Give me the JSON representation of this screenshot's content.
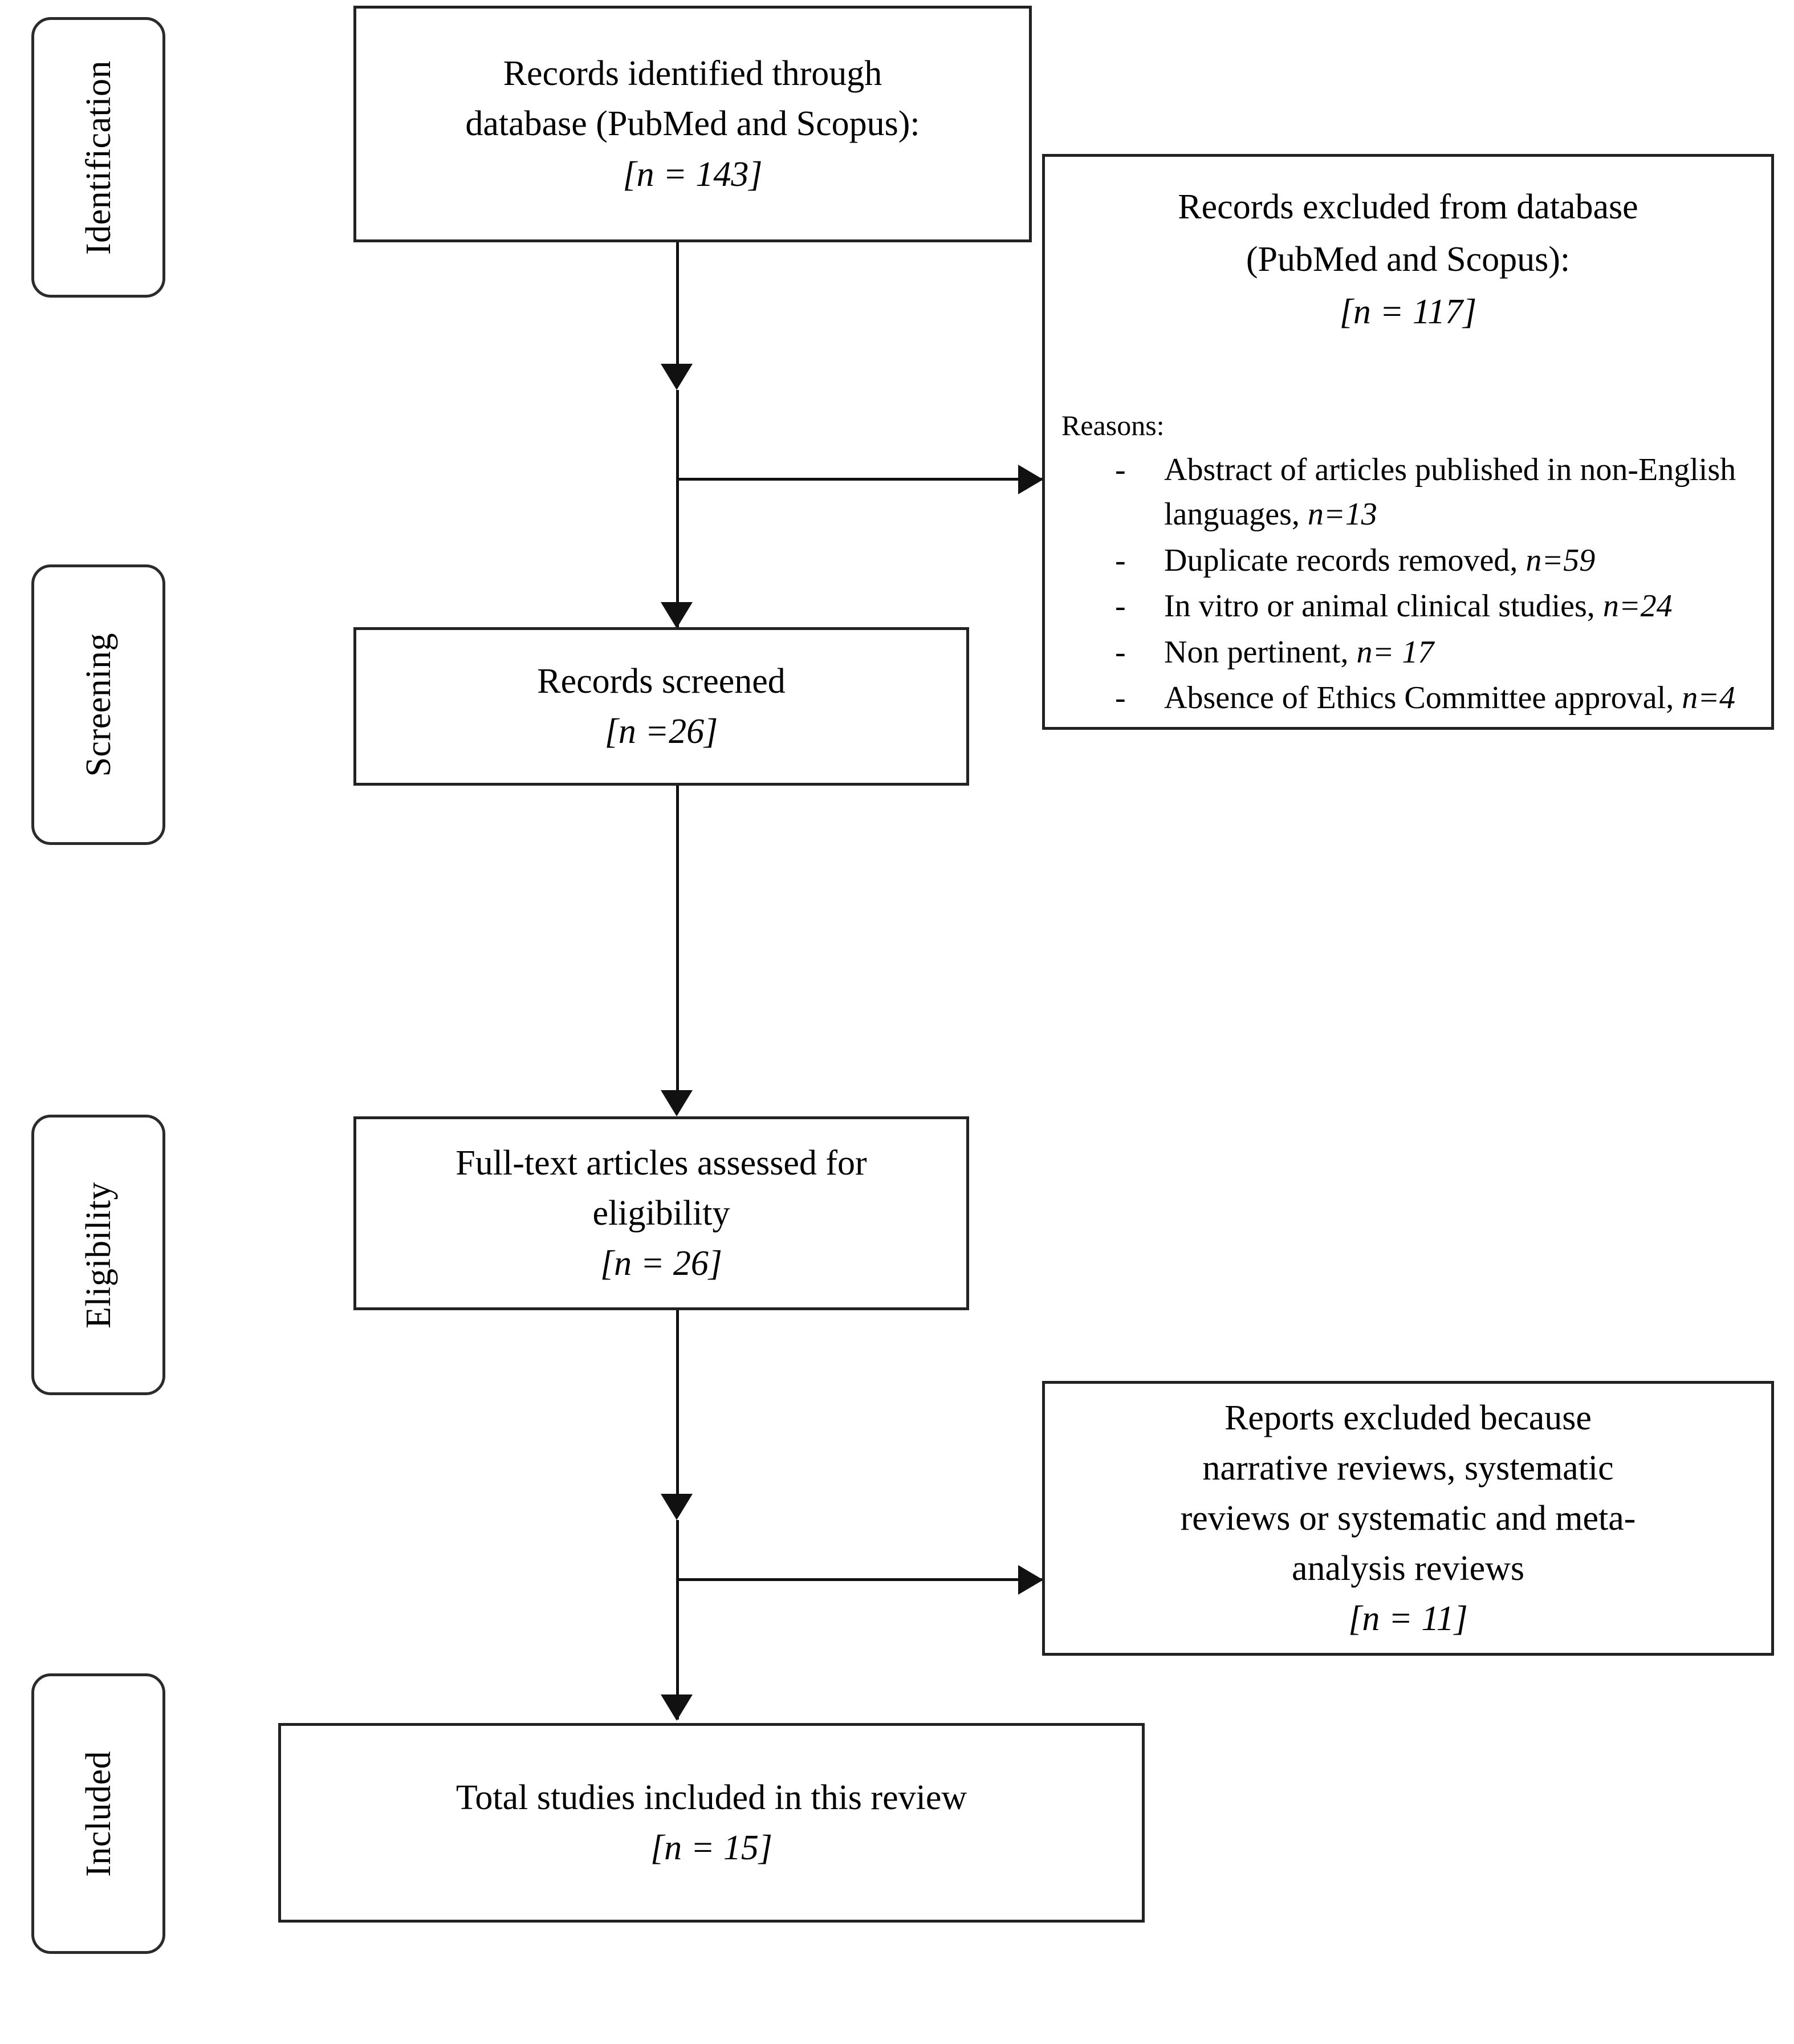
{
  "diagram": {
    "type": "prisma-flow-diagram",
    "stages": [
      {
        "id": "identification",
        "label": "Identification"
      },
      {
        "id": "screening",
        "label": "Screening"
      },
      {
        "id": "eligibility",
        "label": "Eligibility"
      },
      {
        "id": "included",
        "label": "Included"
      }
    ],
    "boxes": {
      "identified": {
        "lines": [
          "Records identified through",
          "database (PubMed and Scopus):"
        ],
        "count": "[n = 143]",
        "n": 143
      },
      "excluded_db": {
        "lines": [
          "Records excluded from database",
          "(PubMed and Scopus):"
        ],
        "count": "[n = 117]",
        "n": 117,
        "reasons_title": "Reasons:",
        "reasons": [
          {
            "text": "Abstract of articles published in non-English languages, ",
            "n_label": "n=13",
            "n": 13
          },
          {
            "text": "Duplicate records removed, ",
            "n_label": "n=59",
            "n": 59
          },
          {
            "text": "In vitro or animal clinical studies, ",
            "n_label": "n=24",
            "n": 24
          },
          {
            "text": "Non pertinent, ",
            "n_label": "n= 17",
            "n": 17
          },
          {
            "text": "Absence of Ethics Committee approval, ",
            "n_label": "n=4",
            "n": 4
          }
        ]
      },
      "screened": {
        "lines": [
          "Records screened"
        ],
        "count": "[n =26]",
        "n": 26
      },
      "fulltext": {
        "lines": [
          "Full-text articles assessed for",
          "eligibility"
        ],
        "count": "[n = 26]",
        "n": 26
      },
      "excluded_reports": {
        "lines": [
          "Reports excluded because",
          "narrative reviews, systematic",
          "reviews or systematic and meta-",
          "analysis reviews"
        ],
        "count": "[n = 11]",
        "n": 11
      },
      "included_total": {
        "lines": [
          "Total studies included in this review"
        ],
        "count": "[n = 15]",
        "n": 15
      }
    },
    "bullet_dash": "-",
    "colors": {
      "line": "#111111",
      "box_border": "#222222",
      "pill_border": "#2b2b2b",
      "background": "#ffffff",
      "text": "#000000"
    }
  }
}
